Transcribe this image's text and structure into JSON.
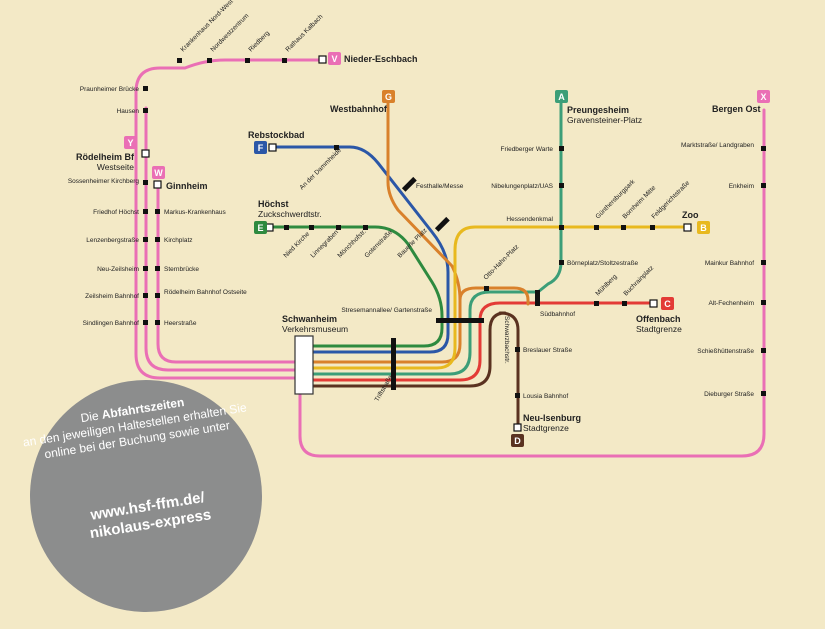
{
  "colors": {
    "background": "#f3e9c6",
    "line_v": "#ea6fb5",
    "line_w": "#ea6fb5",
    "line_x": "#ea6fb5",
    "line_y": "#ea6fb5",
    "line_a": "#3c9e78",
    "line_c": "#e33b36",
    "line_d": "#5a3220",
    "line_e": "#2e8a3f",
    "line_f": "#2b57a7",
    "line_g": "#d9812b",
    "line_zoo": "#e8b91f",
    "circle": "#8c8d8d"
  },
  "lines": [
    "V",
    "W",
    "X",
    "Y",
    "A",
    "C",
    "D",
    "E",
    "F",
    "G",
    "B"
  ],
  "termini": {
    "v": {
      "badge": "V",
      "name": "Nieder-Eschbach"
    },
    "g": {
      "badge": "G",
      "name": "Westbahnhof"
    },
    "a": {
      "badge": "A",
      "name": "Preungesheim",
      "sub": "Gravensteiner-Platz"
    },
    "x": {
      "badge": "X",
      "name": "Bergen Ost"
    },
    "f": {
      "badge": "F",
      "name": "Rebstockbad"
    },
    "y": {
      "badge": "Y",
      "name": "Rödelheim Bf",
      "sub": "Westseite"
    },
    "w": {
      "badge": "W",
      "name": "Ginnheim"
    },
    "e": {
      "badge": "E",
      "name": "Höchst",
      "sub": "Zuckschwerdtstr."
    },
    "b": {
      "badge": "B",
      "name": "Zoo"
    },
    "c": {
      "badge": "C",
      "name": "Offenbach",
      "sub": "Stadtgrenze"
    },
    "d": {
      "badge": "D",
      "name": "Neu-Isenburg",
      "sub": "Stadtgrenze"
    },
    "hub": {
      "name": "Schwanheim",
      "sub": "Verkehrsmuseum"
    }
  },
  "stops": {
    "v": [
      "Krankenhaus Nord-West",
      "Nordwestzentrum",
      "Riedberg",
      "Rathaus Kalbach"
    ],
    "y": [
      "Praunheimer Brücke",
      "Hausen",
      "Sossenheimer Kirchberg",
      "Friedhof Höchst",
      "Lenzenbergstraße",
      "Neu-Zeilsheim",
      "Zeilsheim Bahnhof",
      "Sindlingen Bahnhof"
    ],
    "w": [
      "Markus-Krankenhaus",
      "Kirchplatz",
      "Sternbrücke",
      "Rödelheim Bahnhof Ostseite",
      "Heerstraße"
    ],
    "e": [
      "Nied Kirche",
      "Linnegraben",
      "Mönchhofstr.",
      "Gotenstraße",
      "Bauerle Platz"
    ],
    "f": [
      "An der Dammheide",
      "Festhalle/Messe"
    ],
    "g": [
      "Otto-Hahn-Platz"
    ],
    "a": [
      "Friedberger Warte",
      "Nibelungenplatz/UAS",
      "Hessendenkmal",
      "Börneplatz/Stoltzestraße",
      "Südbahnhof"
    ],
    "b": [
      "Günthersburgpark",
      "Bornheim Mitte",
      "Feldgerichtstraße"
    ],
    "c": [
      "Mühlberg",
      "Buchrainplatz"
    ],
    "d": [
      "Schwarzbachstr.",
      "Breslauer Straße",
      "Lousia Bahnhof"
    ],
    "x": [
      "Marktstraße/ Landgraben",
      "Enkheim",
      "Mainkur Bahnhof",
      "Alt-Fechenheim",
      "Schießhüttenstraße",
      "Dieburger Straße"
    ],
    "trunk": [
      "Stresemannallee/ Gartenstraße",
      "Triftstraße"
    ]
  },
  "info": {
    "pre": "Die ",
    "bold": "Abfahrtszeiten",
    "text": "an den jeweiligen Haltestellen erhalten Sie online bei der Buchung sowie unter",
    "url1": "www.hsf-ffm.de/",
    "url2": "nikolaus-express"
  }
}
